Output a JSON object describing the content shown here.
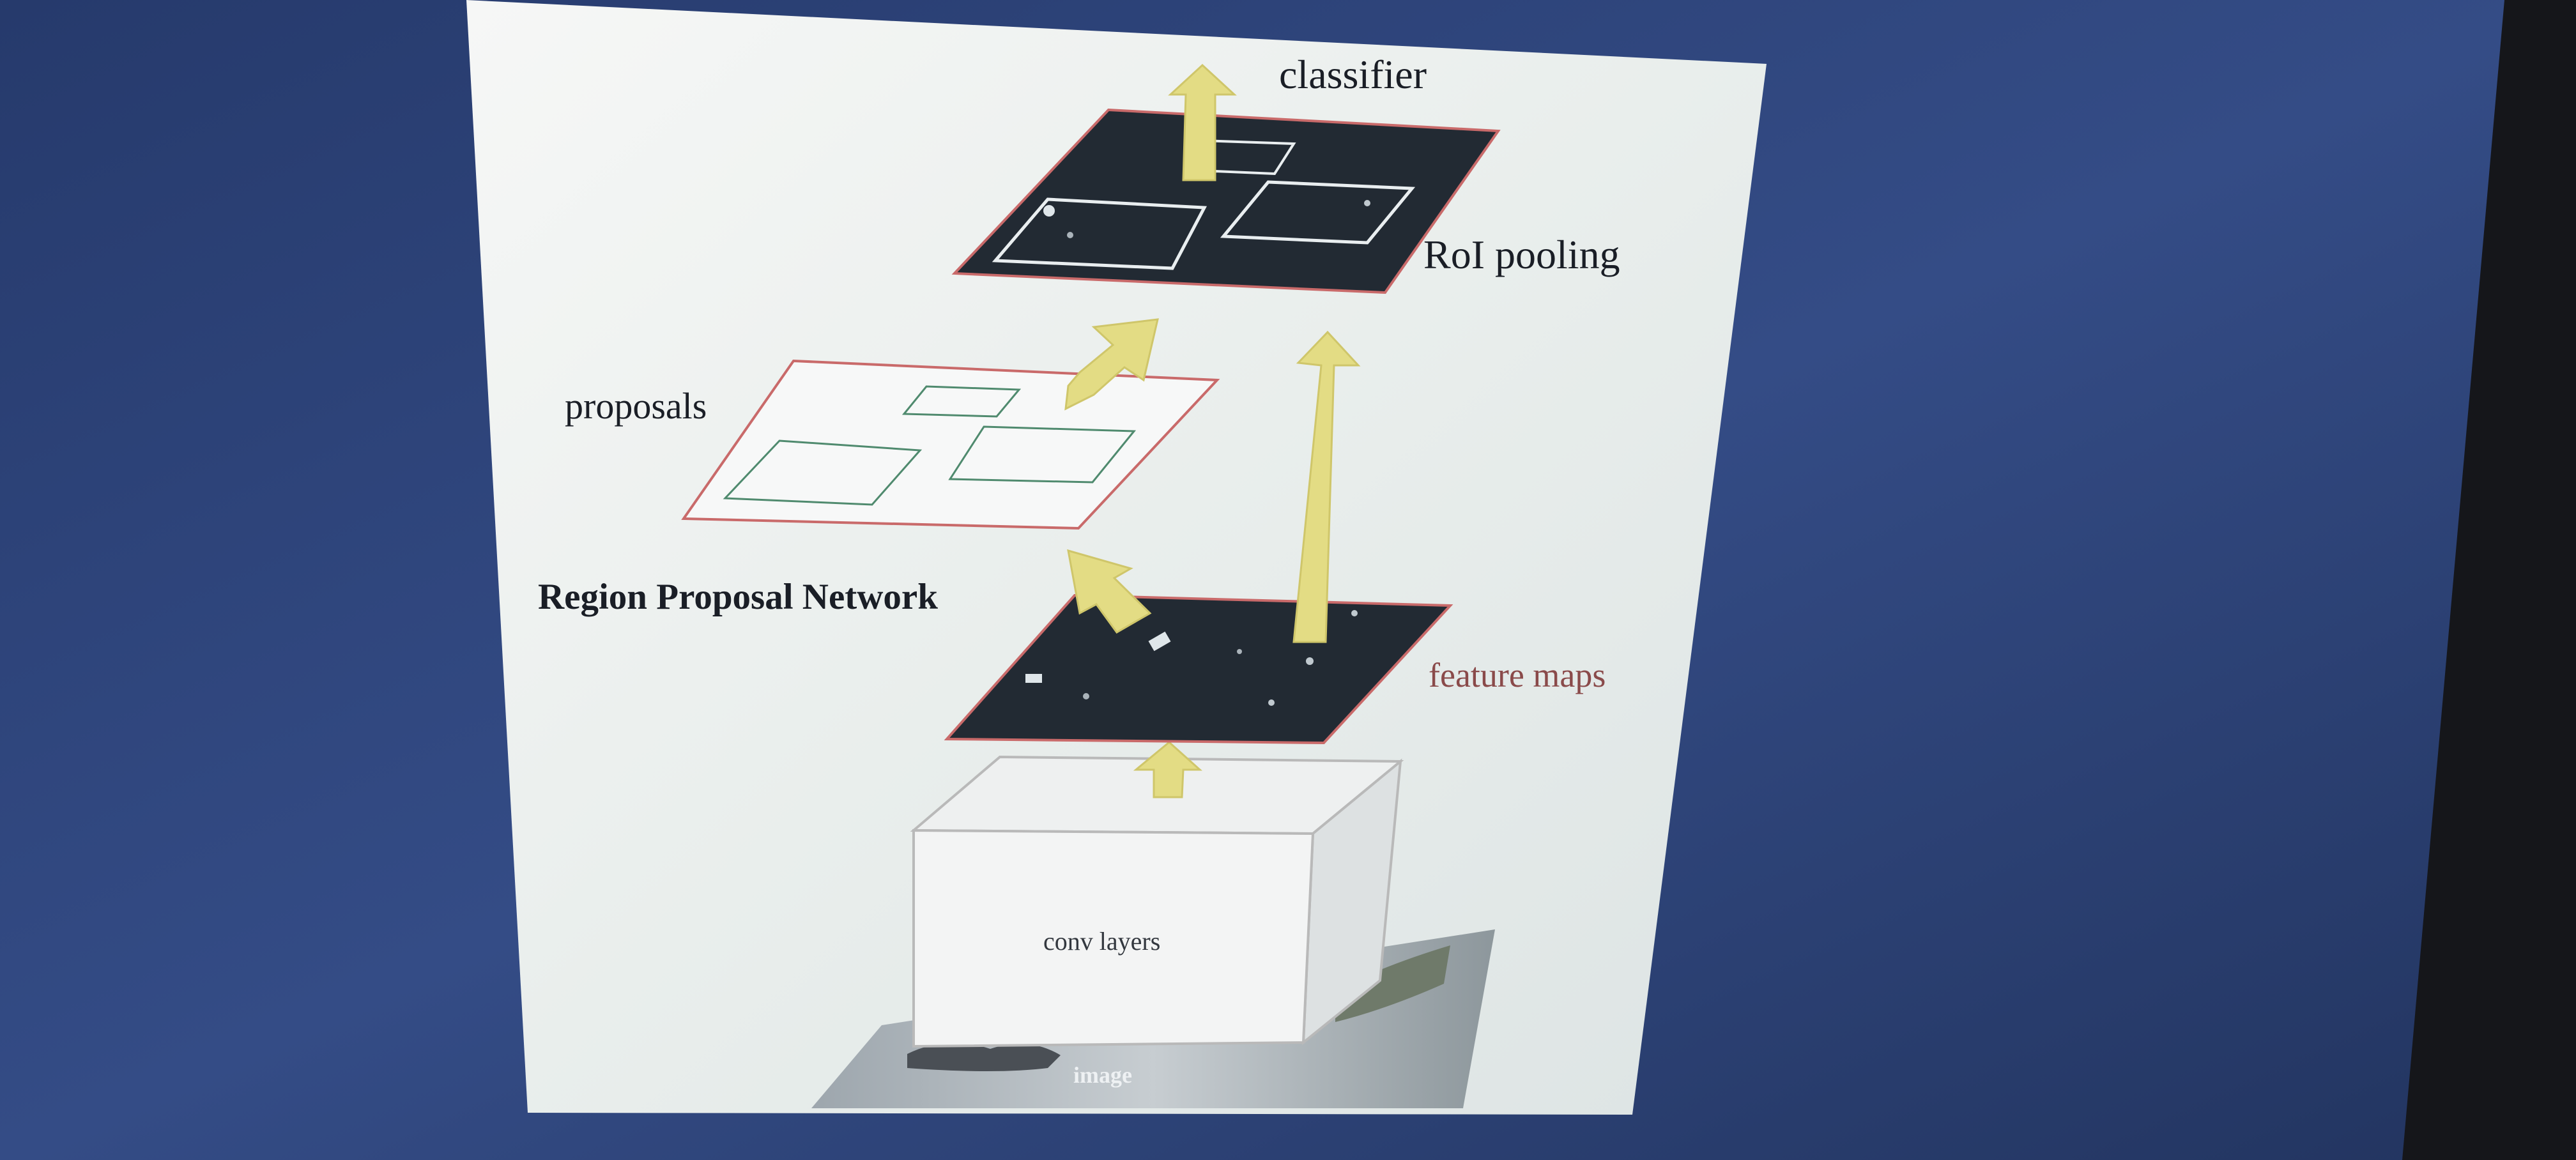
{
  "diagram": {
    "labels": {
      "classifier": "classifier",
      "roi_pooling": "RoI pooling",
      "proposals": "proposals",
      "rpn": "Region Proposal Network",
      "feature_maps": "feature maps",
      "conv_layers": "conv layers",
      "image": "image"
    },
    "colors": {
      "monitor_background": "#2b3f73",
      "slide_background": "#eef1f0",
      "arrow_fill": "#e3dc84",
      "dark_map": "#222a33",
      "map_border": "#c96a6a",
      "proposal_box": "#4f8a6e",
      "feature_maps_text": "#8a4a4a",
      "text": "#1a1e26"
    }
  }
}
